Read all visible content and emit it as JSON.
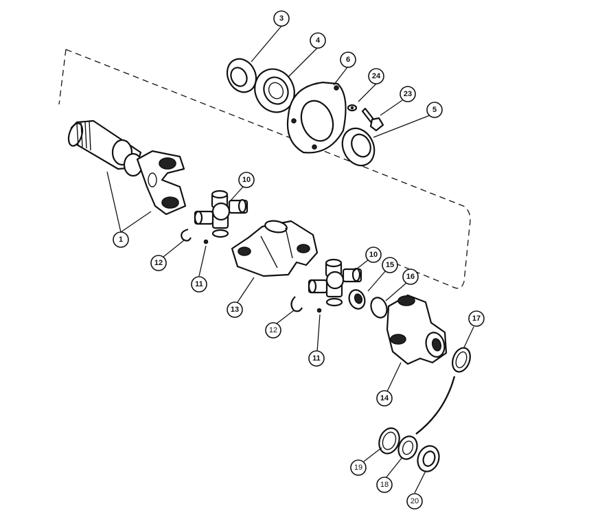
{
  "callouts": {
    "c1": "1",
    "c3": "3",
    "c4": "4",
    "c5": "5",
    "c6": "6",
    "c10a": "10",
    "c10b": "10",
    "c11a": "11",
    "c11b": "11",
    "c12a": "12",
    "c12b": "12",
    "c13": "13",
    "c14": "14",
    "c15": "15",
    "c16": "16",
    "c17": "17",
    "c18": "18",
    "c19": "19",
    "c20": "20",
    "c23": "23",
    "c24": "24"
  }
}
